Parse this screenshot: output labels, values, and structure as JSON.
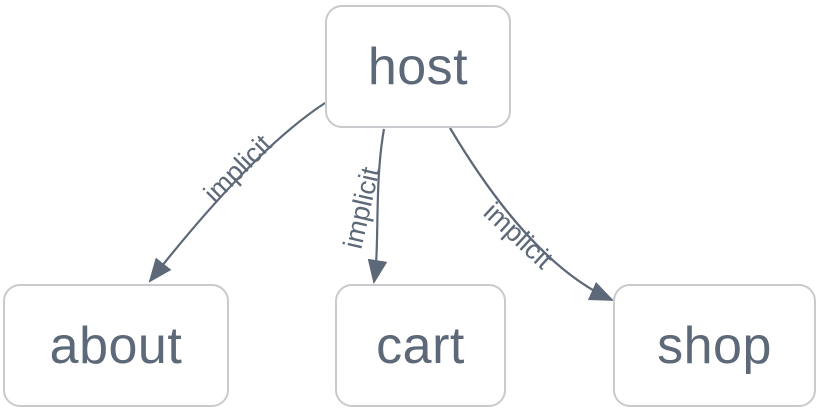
{
  "diagram": {
    "nodes": [
      {
        "id": "host",
        "label": "host"
      },
      {
        "id": "about",
        "label": "about"
      },
      {
        "id": "cart",
        "label": "cart"
      },
      {
        "id": "shop",
        "label": "shop"
      }
    ],
    "edges": [
      {
        "from": "host",
        "to": "about",
        "label": "implicit"
      },
      {
        "from": "host",
        "to": "cart",
        "label": "implicit"
      },
      {
        "from": "host",
        "to": "shop",
        "label": "implicit"
      }
    ],
    "colors": {
      "background": "#ffffff",
      "node_border": "#c8cacd",
      "node_text": "#5d6878",
      "edge_stroke": "#5d6878",
      "edge_label_text": "#5d6878"
    }
  }
}
